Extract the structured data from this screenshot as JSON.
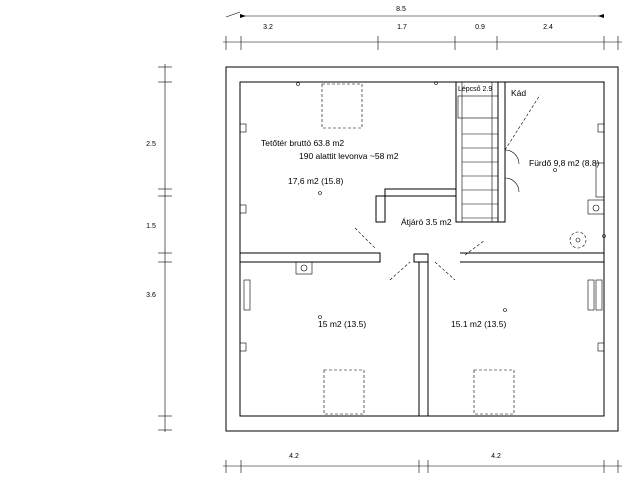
{
  "dimensions": {
    "top_total": "8.5",
    "top_segments": [
      "3.2",
      "1.7",
      "0.9",
      "2.4"
    ],
    "left_segments": [
      "2.5",
      "1.5",
      "3.6"
    ],
    "bottom_segments": [
      "4.2",
      "4.2"
    ]
  },
  "labels": {
    "gross_area": "Tetőtér bruttó 63.8 m2",
    "net_area": "190 alattit levonva ~58 m2",
    "room_nw": "17,6 m2 (15.8)",
    "stair": "Lépcső 2.9",
    "tub": "Kád",
    "bath": "Fürdő 9,8 m2 (8.8)",
    "hall": "Átjáró 3.5 m2",
    "room_sw": "15 m2 (13.5)",
    "room_se": "15.1 m2 (13.5)"
  }
}
